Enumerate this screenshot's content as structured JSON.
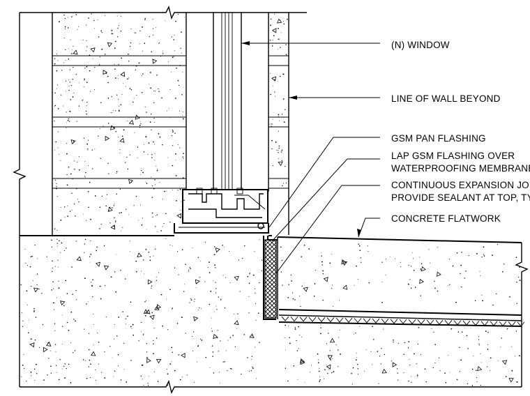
{
  "callouts": [
    {
      "id": "window",
      "lines": [
        "(N) WINDOW"
      ]
    },
    {
      "id": "wall-beyond",
      "lines": [
        "LINE OF WALL BEYOND"
      ]
    },
    {
      "id": "pan-flashing",
      "lines": [
        "GSM PAN FLASHING"
      ]
    },
    {
      "id": "lap-flashing",
      "lines": [
        "LAP GSM FLASHING OVER",
        "WATERPROOFING MEMBRANE"
      ]
    },
    {
      "id": "expansion-joint",
      "lines": [
        "CONTINUOUS EXPANSION JOINT",
        "PROVIDE SEALANT AT TOP, TYP."
      ]
    },
    {
      "id": "flatwork",
      "lines": [
        "CONCRETE FLATWORK"
      ]
    }
  ],
  "colors": {
    "ink": "#000000",
    "paper": "#ffffff"
  }
}
